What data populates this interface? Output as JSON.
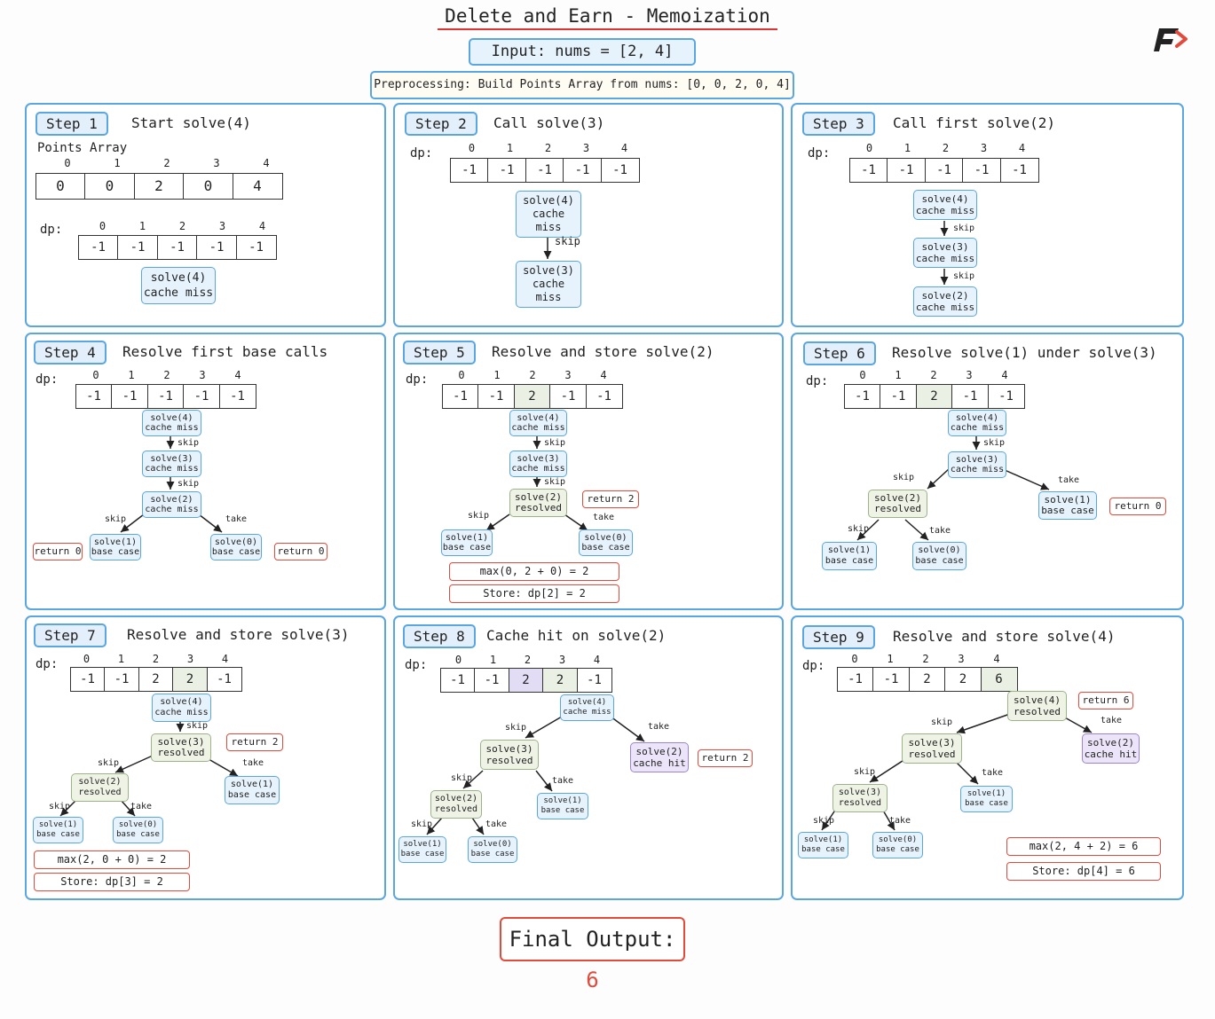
{
  "title": "Delete and Earn - Memoization",
  "input_label": "Input: nums = [2, 4]",
  "preprocessing_label": "Preprocessing: Build Points Array from nums: [0, 0, 2, 0, 4]",
  "labels": {
    "points_array": "Points Array",
    "dp": "dp:",
    "skip": "skip",
    "take": "take"
  },
  "final": {
    "label": "Final Output:",
    "value": "6"
  },
  "steps": [
    {
      "tag": "Step 1",
      "heading": "Start solve(4)"
    },
    {
      "tag": "Step 2",
      "heading": "Call solve(3)"
    },
    {
      "tag": "Step 3",
      "heading": "Call first solve(2)"
    },
    {
      "tag": "Step 4",
      "heading": "Resolve first base calls"
    },
    {
      "tag": "Step 5",
      "heading": "Resolve and store solve(2)"
    },
    {
      "tag": "Step 6",
      "heading": "Resolve solve(1) under solve(3)"
    },
    {
      "tag": "Step 7",
      "heading": "Resolve and store solve(3)"
    },
    {
      "tag": "Step 8",
      "heading": "Cache hit on solve(2)"
    },
    {
      "tag": "Step 9",
      "heading": "Resolve and store solve(4)"
    }
  ],
  "indices": [
    "0",
    "1",
    "2",
    "3",
    "4"
  ],
  "points_values": [
    "0",
    "0",
    "2",
    "0",
    "4"
  ],
  "dp_states": [
    [
      "-1",
      "-1",
      "-1",
      "-1",
      "-1"
    ],
    [
      "-1",
      "-1",
      "-1",
      "-1",
      "-1"
    ],
    [
      "-1",
      "-1",
      "-1",
      "-1",
      "-1"
    ],
    [
      "-1",
      "-1",
      "-1",
      "-1",
      "-1"
    ],
    [
      "-1",
      "-1",
      "2",
      "-1",
      "-1"
    ],
    [
      "-1",
      "-1",
      "2",
      "-1",
      "-1"
    ],
    [
      "-1",
      "-1",
      "2",
      "2",
      "-1"
    ],
    [
      "-1",
      "-1",
      "2",
      "2",
      "-1"
    ],
    [
      "-1",
      "-1",
      "2",
      "2",
      "6"
    ]
  ],
  "node_text": {
    "s4": "solve(4)",
    "s3": "solve(3)",
    "s2": "solve(2)",
    "s1": "solve(1)",
    "s0": "solve(0)",
    "miss": "cache miss",
    "base": "base case",
    "resolved": "resolved",
    "hit": "cache hit"
  },
  "returns": {
    "r0": "return 0",
    "r2": "return 2",
    "r6": "return 6"
  },
  "calcs": {
    "c5a": "max(0, 2 + 0) = 2",
    "c5b": "Store: dp[2] = 2",
    "c7a": "max(2, 0 + 0) = 2",
    "c7b": "Store: dp[3] = 2",
    "c9a": "max(2, 4 + 2) = 6",
    "c9b": "Store: dp[4] = 6"
  },
  "colors": {
    "accent": "#5aa6e0",
    "red": "#e24b3b",
    "resolved": "#eef3e6",
    "hit": "#ece4f8"
  }
}
